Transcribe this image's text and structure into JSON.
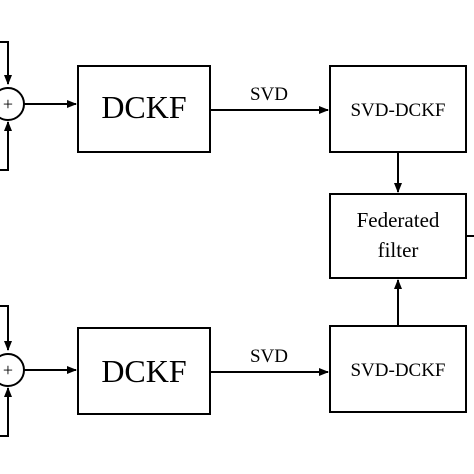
{
  "colors": {
    "stroke": "#000000",
    "background": "#ffffff"
  },
  "top_branch": {
    "summing_junction_symbol": "+",
    "dckf_label": "DCKF",
    "arrow_label": "SVD",
    "svd_dckf_label": "SVD-DCKF"
  },
  "bottom_branch": {
    "summing_junction_symbol": "+",
    "dckf_label": "DCKF",
    "arrow_label": "SVD",
    "svd_dckf_label": "SVD-DCKF"
  },
  "fusion": {
    "line1": "Federated",
    "line2": "filter"
  }
}
